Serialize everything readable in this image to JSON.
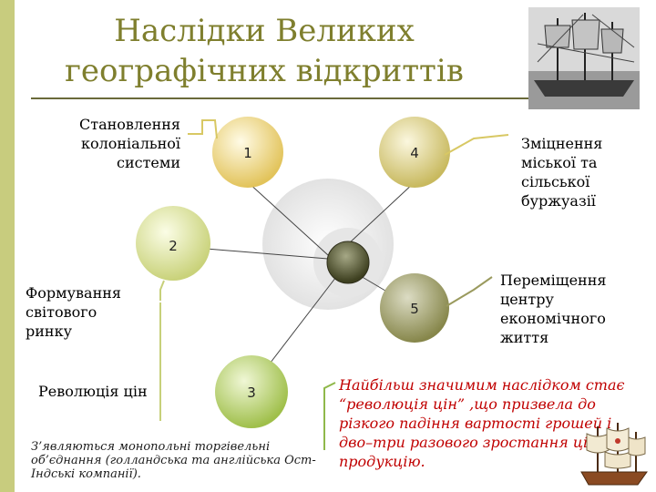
{
  "title": {
    "line1": "Наслідки Великих",
    "line2": "географічних відкриттів"
  },
  "nodes": [
    {
      "number": "1",
      "label": "Становлення колоніальної системи",
      "color": "#e8cf7a"
    },
    {
      "number": "2",
      "label": "Формування світового ринку",
      "color": "#d6dd9a"
    },
    {
      "number": "3",
      "label": "Революція цін",
      "color": "#b4cf6a"
    },
    {
      "number": "4",
      "label": "Зміцнення міської та сільської буржуазії",
      "color": "#d4c87a"
    },
    {
      "number": "5",
      "label": "Переміщення центру економічного життя",
      "color": "#9e9e62"
    }
  ],
  "notes": {
    "monopoly": "З’являються монопольні торгівельні об’єднання (голландська та англійська Ост-Індські компанії).",
    "price_revolution": "Найбільш значимим наслідком стає “революція цін” ,що призвела до різкого падіння вартості грошей і дво–три разового зростання цін на продукцію."
  },
  "images": {
    "ship_engraving": "ship-engraving",
    "sailing_ship": "sailing-ship-icon"
  }
}
